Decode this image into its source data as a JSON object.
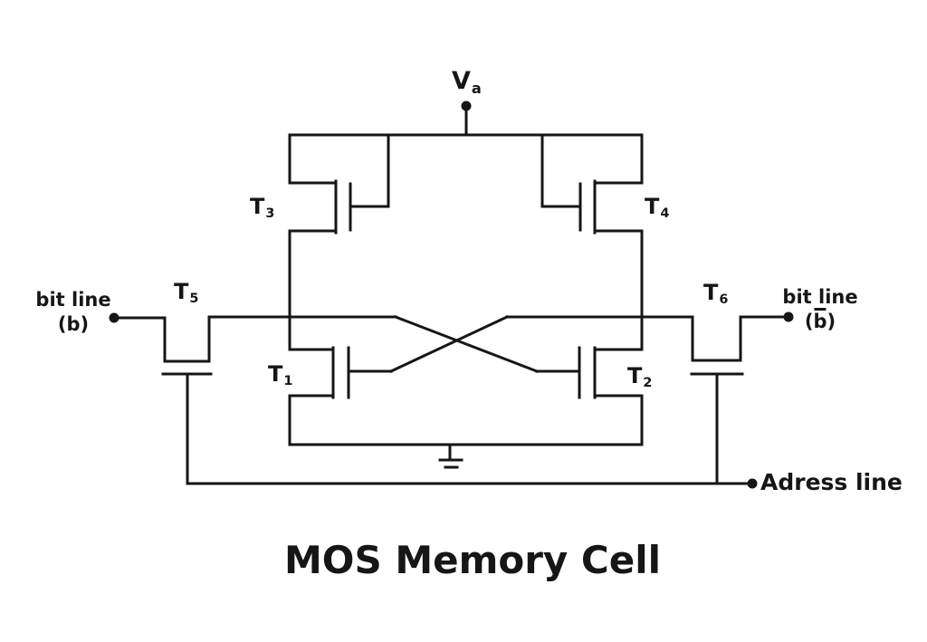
{
  "page": {
    "background": "#ffffff",
    "ink": "#161616"
  },
  "title": "MOS Memory Cell",
  "diagram": {
    "type": "circuit-schematic",
    "subject": "six-transistor MOS static memory cell",
    "transistors": [
      {
        "id": "T1",
        "label": {
          "main": "T",
          "sub": "1"
        }
      },
      {
        "id": "T2",
        "label": {
          "main": "T",
          "sub": "2"
        }
      },
      {
        "id": "T3",
        "label": {
          "main": "T",
          "sub": "3"
        }
      },
      {
        "id": "T4",
        "label": {
          "main": "T",
          "sub": "4"
        }
      },
      {
        "id": "T5",
        "label": {
          "main": "T",
          "sub": "5"
        }
      },
      {
        "id": "T6",
        "label": {
          "main": "T",
          "sub": "6"
        }
      }
    ],
    "terminals": {
      "supply": {
        "main": "V",
        "sub": "a"
      },
      "bit_line_left": {
        "line1": "bit line",
        "open": "(",
        "char": "b",
        "close": ")",
        "char_overbar": false
      },
      "bit_line_right": {
        "line1": "bit line",
        "open": "(",
        "char": "b",
        "close": ")",
        "char_overbar": true
      },
      "address_line": "Adress line"
    },
    "icons": {
      "ground": "earth-ground-icon",
      "terminal": "connection-dot"
    }
  }
}
